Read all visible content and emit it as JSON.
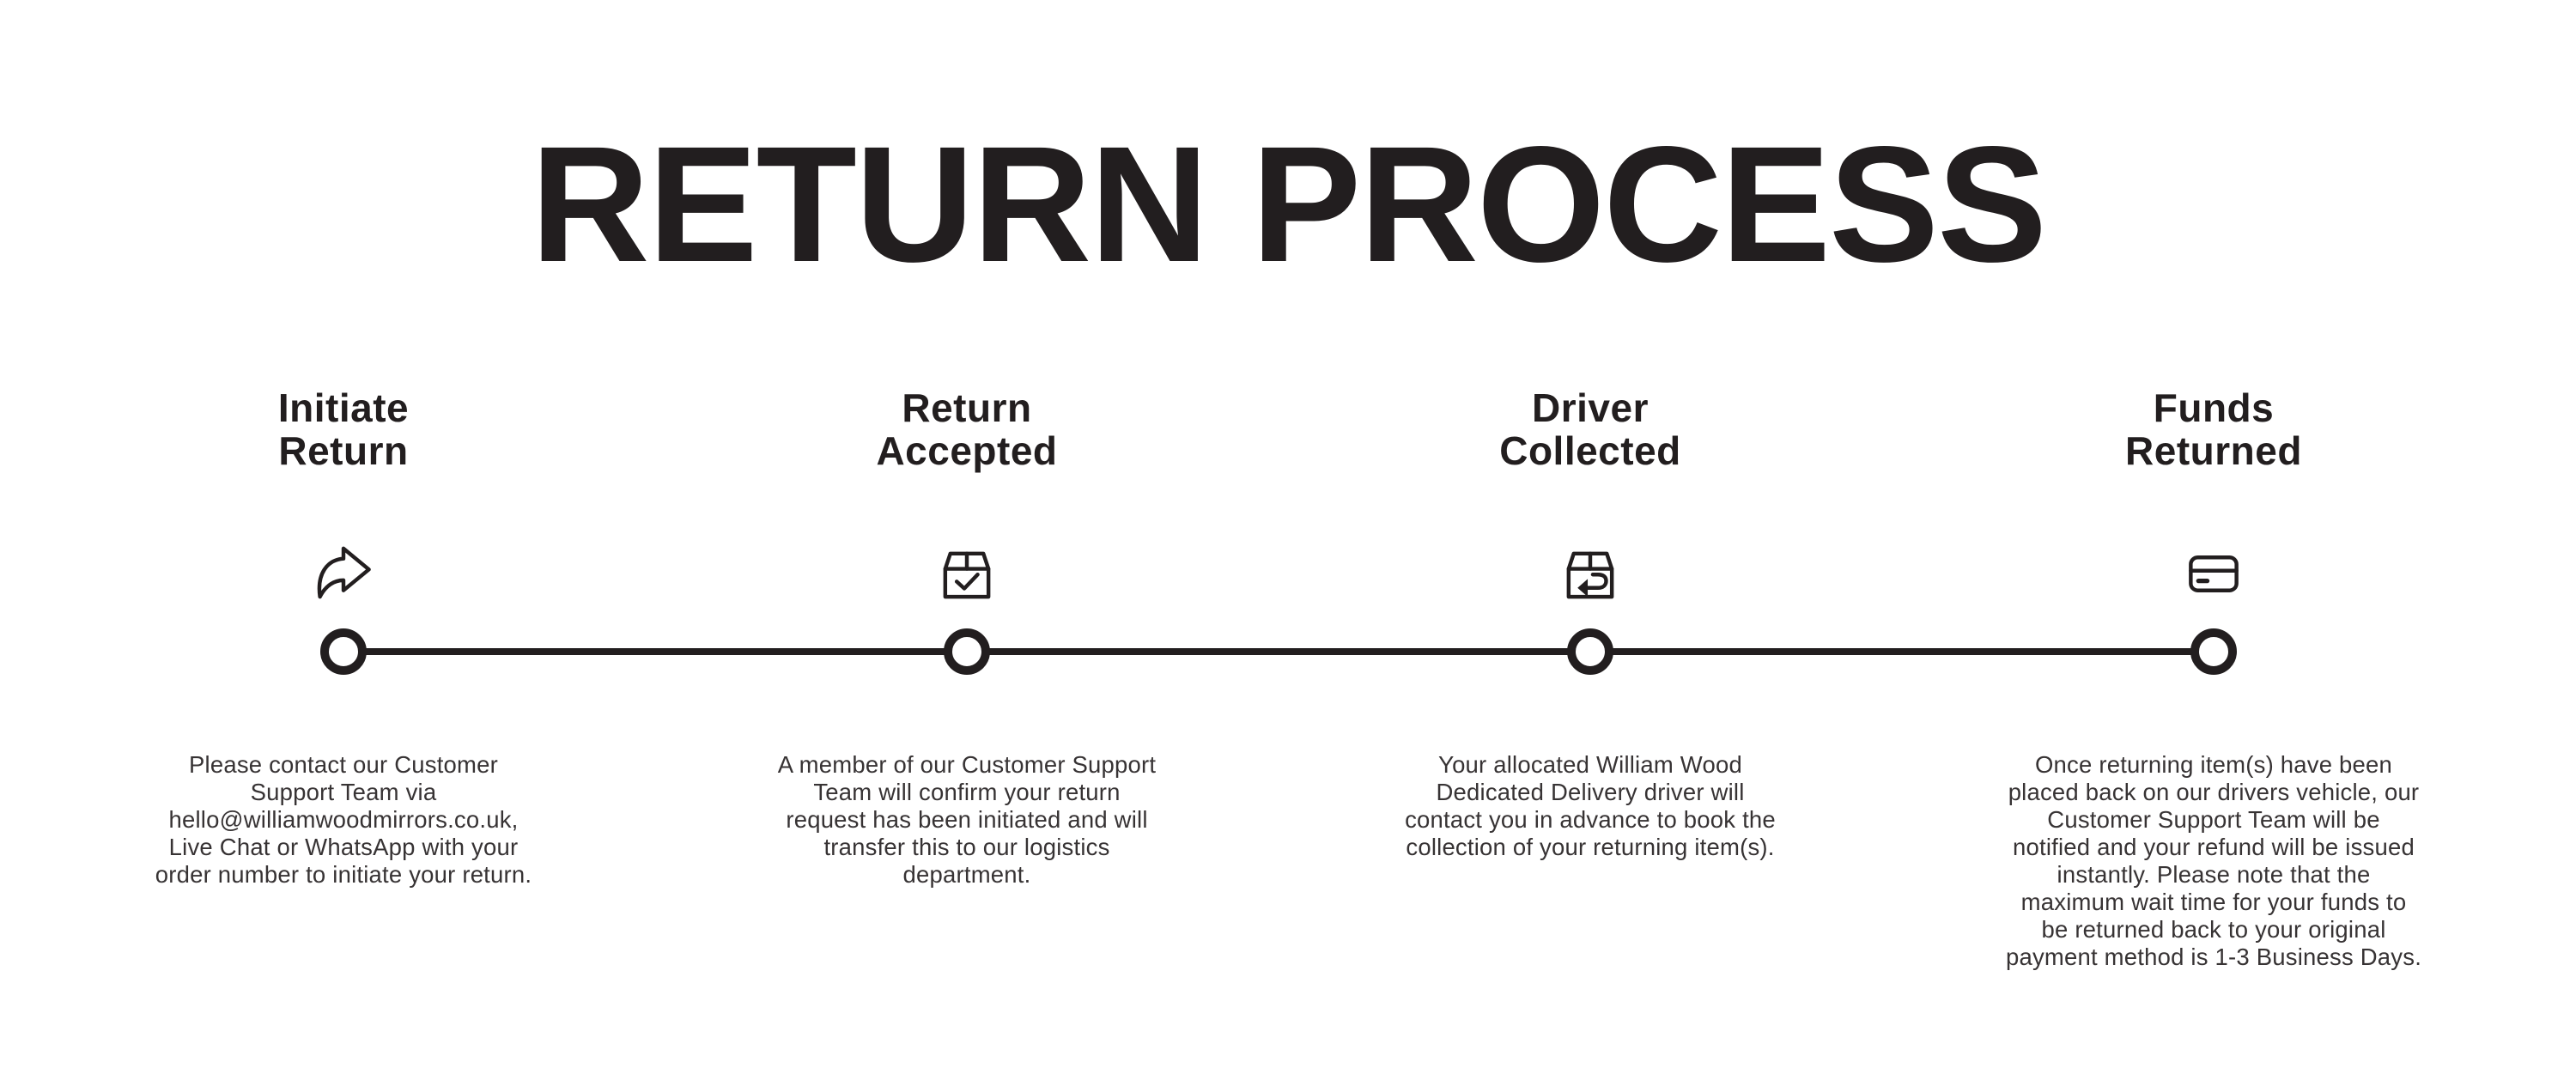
{
  "page": {
    "background": "#ffffff"
  },
  "colors": {
    "ink": "#221e1f",
    "body_text": "#373334",
    "node_fill": "#ffffff"
  },
  "header": {
    "title": "RETURN PROCESS"
  },
  "timeline": {
    "node_count": 4,
    "style": "horizontal line with ring nodes"
  },
  "steps": [
    {
      "title": "Initiate\nReturn",
      "icon": "share-arrow-icon",
      "description": "Please contact our Customer\nSupport Team via\nhello@williamwoodmirrors.co.uk,\nLive Chat or WhatsApp with your\norder number to initiate your return."
    },
    {
      "title": "Return\nAccepted",
      "icon": "package-check-icon",
      "description": "A member of our Customer Support\nTeam will confirm your return\nrequest has been initiated and will\ntransfer this to our logistics\ndepartment."
    },
    {
      "title": "Driver\nCollected",
      "icon": "package-return-icon",
      "description": "Your allocated William Wood\nDedicated Delivery driver will\ncontact you in advance to book the\ncollection of your returning item(s)."
    },
    {
      "title": "Funds\nReturned",
      "icon": "credit-card-icon",
      "description": "Once returning item(s) have been\nplaced back on our drivers vehicle, our\nCustomer Support Team will be\nnotified and your refund will be issued\ninstantly. Please note that the\nmaximum wait time for your funds to\nbe returned back to your original\npayment method is 1-3 Business Days."
    }
  ]
}
